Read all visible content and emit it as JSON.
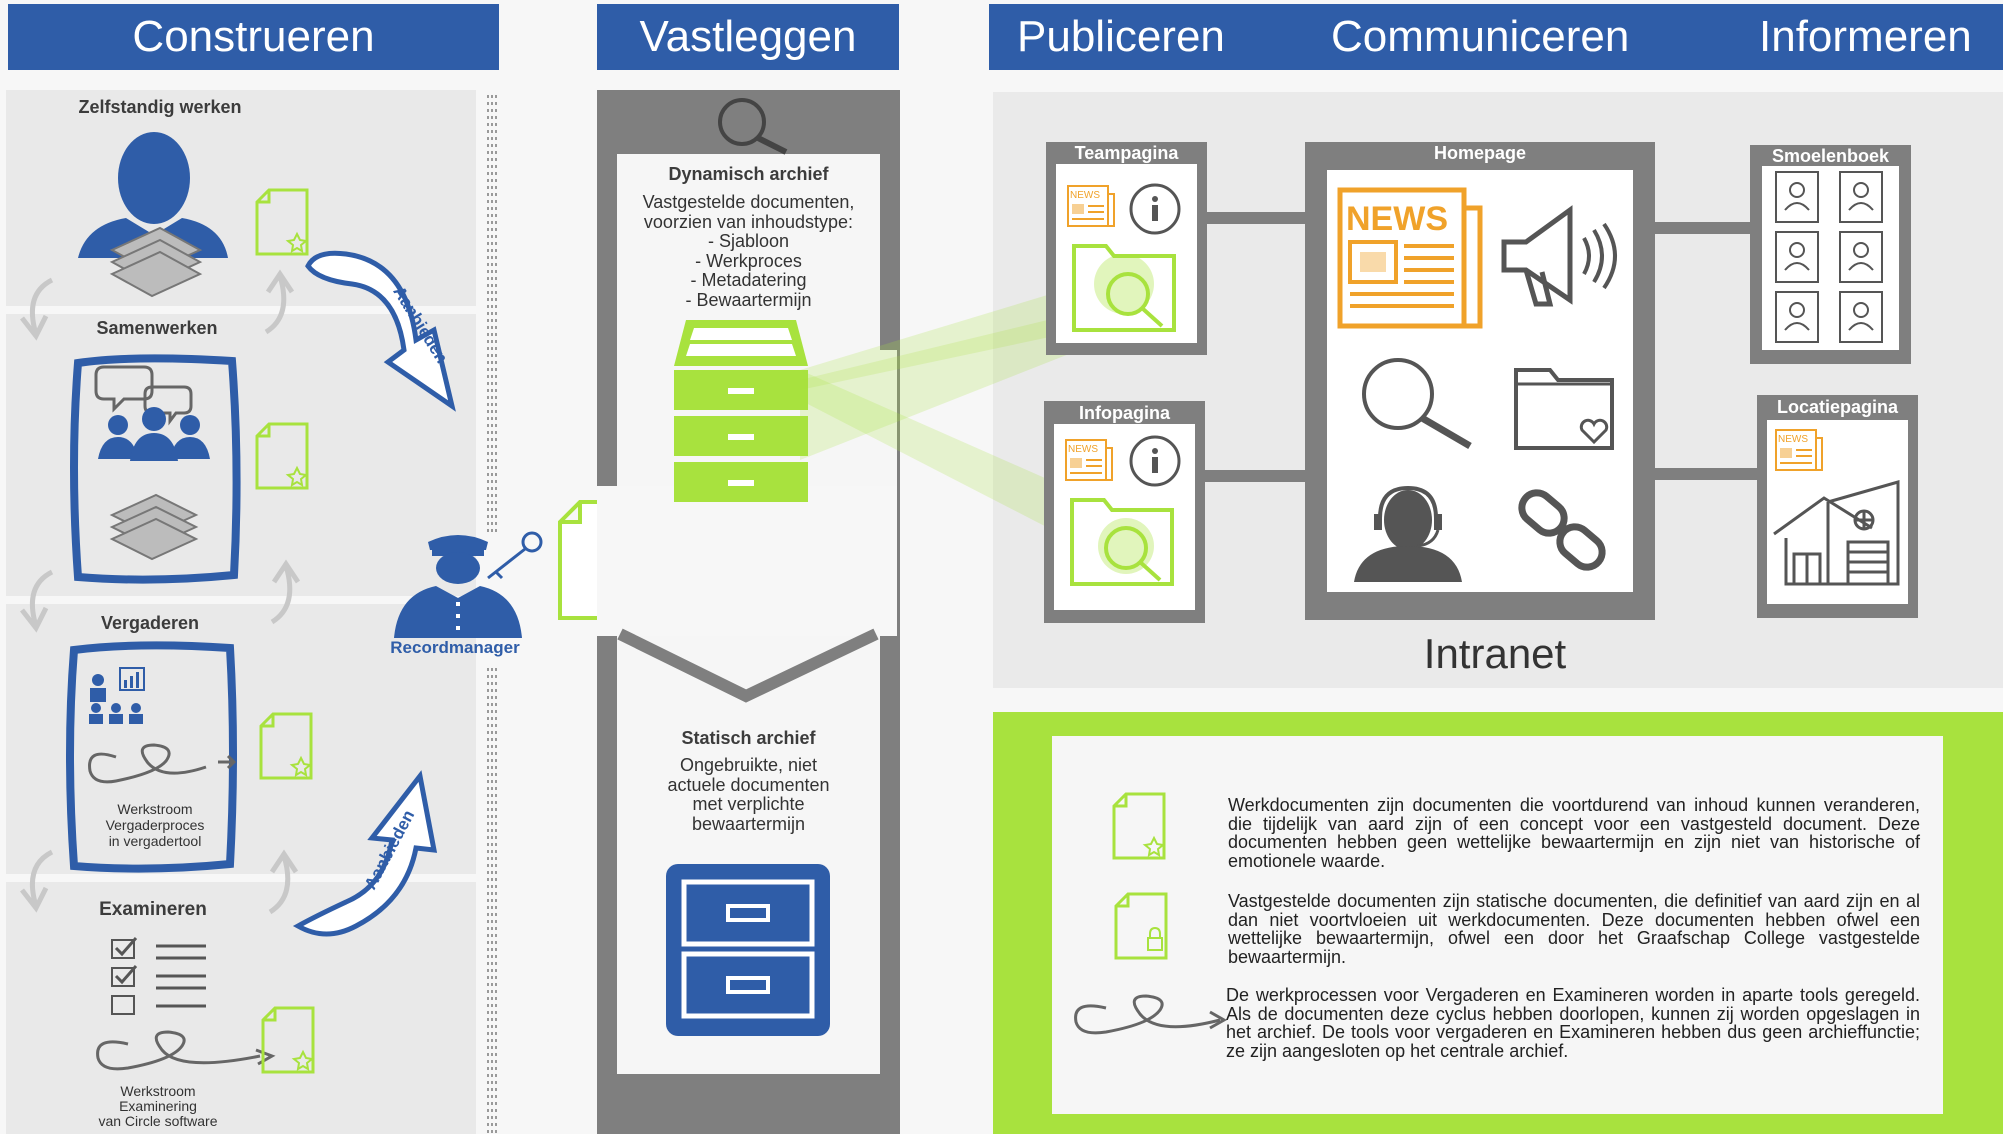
{
  "headers": {
    "construeren": "Construeren",
    "vastleggen": "Vastleggen",
    "publiceren": "Publiceren",
    "communiceren": "Communiceren",
    "informeren": "Informeren"
  },
  "construeren": {
    "zelfstandig": "Zelfstandig werken",
    "samenwerken": "Samenwerken",
    "vergaderen": "Vergaderen",
    "examineren": "Examineren",
    "werkstroom_vergader": [
      "Werkstroom",
      "Vergaderproces",
      "in vergadertool"
    ],
    "werkstroom_examinering": [
      "Werkstroom",
      "Examinering",
      "van Circle software"
    ],
    "aanbieden_1": "Aanbieden",
    "aanbieden_2": "Aanbieden",
    "recordmanager": "Recordmanager"
  },
  "vastleggen": {
    "dynamisch_title": "Dynamisch archief",
    "dynamisch_lines": [
      "Vastgestelde documenten,",
      "voorzien van inhoudstype:",
      "- Sjabloon",
      "- Werkproces",
      "- Metadatering",
      "- Bewaartermijn"
    ],
    "statisch_title": "Statisch archief",
    "statisch_lines": [
      "Ongebruikte, niet",
      "actuele documenten",
      "met verplichte",
      "bewaartermijn"
    ]
  },
  "intranet": {
    "teampagina": "Teampagina",
    "infopagina": "Infopagina",
    "homepage": "Homepage",
    "smoelenboek": "Smoelenboek",
    "locatiepagina": "Locatiepagina",
    "label": "Intranet",
    "news": "NEWS",
    "news_small": "NEWS"
  },
  "legend": {
    "werkdocumenten": "Werkdocumenten zijn documenten die voortdurend van inhoud kunnen veranderen, die tijdelijk van aard zijn of een concept voor een vastgesteld document. Deze documenten hebben geen wettelijke bewaartermijn en zijn niet van historische of emotionele waarde.",
    "vastgestelde": "Vastgestelde documenten zijn statische documenten, die definitief van aard zijn en al dan niet voortvloeien uit werkdocumenten. Deze documenten hebben ofwel een wettelijke bewaartermijn, ofwel een door het Graafschap College vastgestelde bewaartermijn.",
    "werkprocessen": "De werkprocessen voor Vergaderen en Examineren worden in aparte tools geregeld. Als de documenten deze cyclus hebben doorlopen, kunnen zij worden opgeslagen in het archief. De tools voor vergaderen en Examineren hebben dus geen archieffunctie; ze zijn aangesloten op het centrale archief."
  },
  "colors": {
    "blue": "#2f5da8",
    "green": "#a8e23e",
    "orange": "#f0a22a",
    "grey": "#808080"
  }
}
